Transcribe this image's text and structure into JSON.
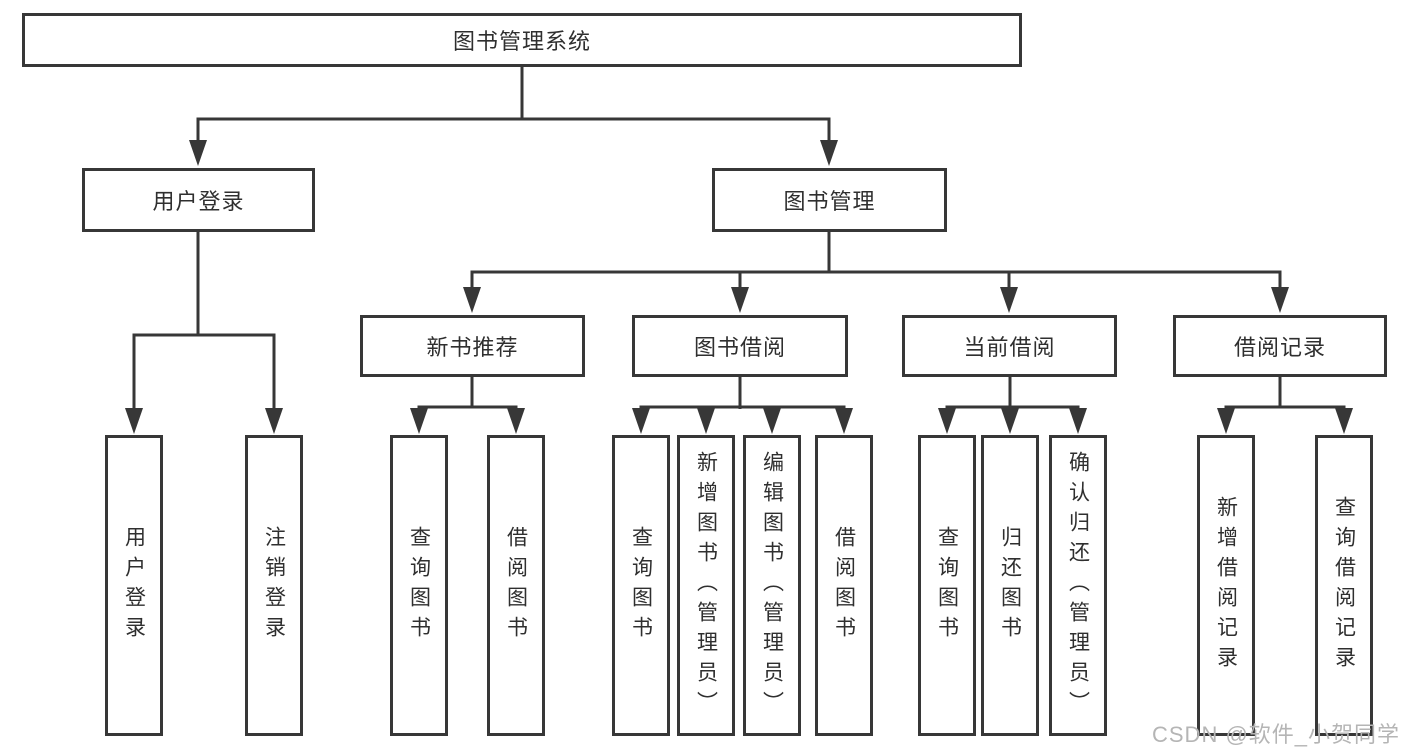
{
  "diagram_title": "图书管理系统",
  "colors": {
    "line": "#373737",
    "node_border": "#373737",
    "node_text": "#2f2f2f",
    "watermark_text": "#b5b5b5"
  },
  "tree": {
    "root": {
      "label": "图书管理系统"
    },
    "children": [
      {
        "label": "用户登录",
        "children": [
          {
            "label": "用户登录"
          },
          {
            "label": "注销登录"
          }
        ]
      },
      {
        "label": "图书管理",
        "children": [
          {
            "label": "新书推荐",
            "children": [
              {
                "label": "查询图书"
              },
              {
                "label": "借阅图书"
              }
            ]
          },
          {
            "label": "图书借阅",
            "children": [
              {
                "label": "查询图书"
              },
              {
                "label": "新增图书（管理员）"
              },
              {
                "label": "编辑图书（管理员）"
              },
              {
                "label": "借阅图书"
              }
            ]
          },
          {
            "label": "当前借阅",
            "children": [
              {
                "label": "查询图书"
              },
              {
                "label": "归还图书"
              },
              {
                "label": "确认归还（管理员）"
              }
            ]
          },
          {
            "label": "借阅记录",
            "children": [
              {
                "label": "新增借阅记录"
              },
              {
                "label": "查询借阅记录"
              }
            ]
          }
        ]
      }
    ]
  },
  "watermark": "CSDN @软件_小贺同学"
}
